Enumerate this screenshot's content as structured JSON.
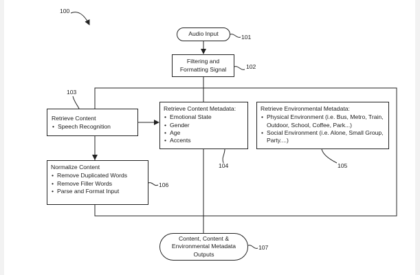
{
  "figure_ref": "100",
  "nodes": {
    "audio_input": {
      "label": "Audio Input",
      "ref": "101"
    },
    "filtering": {
      "label": "Filtering and Formatting Signal",
      "ref": "102"
    },
    "retrieve_content": {
      "title": "Retrieve Content",
      "items": [
        "Speech Recognition"
      ],
      "ref": "103"
    },
    "content_metadata": {
      "title": "Retrieve Content Metadata:",
      "items": [
        "Emotional State",
        "Gender",
        "Age",
        "Accents"
      ],
      "ref": "104"
    },
    "environmental_metadata": {
      "title": "Retrieve Environmental Metadata:",
      "items": [
        "Physical Environment (i.e. Bus, Metro, Train, Outdoor, School, Coffee, Park...)",
        "Social Environment (i.e. Alone, Small Group, Party....)"
      ],
      "ref": "105"
    },
    "normalize": {
      "title": "Normalize Content",
      "items": [
        "Remove Duplicated Words",
        "Remove Filler Words",
        "Parse and Format Input"
      ],
      "ref": "106"
    },
    "outputs": {
      "label": "Content, Content & Environmental Metadata Outputs",
      "ref": "107"
    }
  }
}
